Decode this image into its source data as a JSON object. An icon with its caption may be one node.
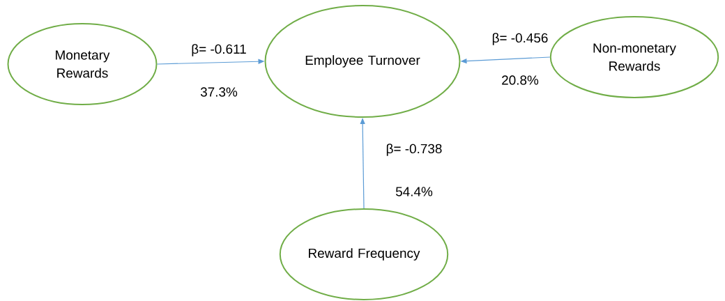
{
  "diagram": {
    "nodes": [
      {
        "text": [
          "Monetary Rewards"
        ]
      },
      {
        "text": [
          "Employee Turnover"
        ]
      },
      {
        "text": [
          "Non-monetary Rewards"
        ]
      },
      {
        "text": [
          "Reward Frequency"
        ]
      }
    ],
    "edges": [
      {
        "from": 0,
        "to": 1,
        "arrow": "to",
        "label": "β= -0.611"
      },
      {
        "from": 2,
        "to": 1,
        "arrow": "to",
        "label": "β= -0.456"
      },
      {
        "from": 3,
        "to": 1,
        "arrow": "to",
        "label": "β= -0.738"
      }
    ],
    "labels": [
      "37.3%",
      "20.8%",
      "54.4%"
    ]
  }
}
